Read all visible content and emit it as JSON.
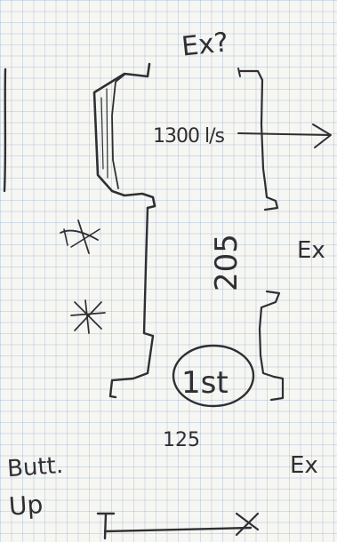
{
  "sketch": {
    "labels": {
      "top_question": "Ex?",
      "flow_rate": "1300 l/s",
      "ex_right": "Ex",
      "ex_bottom_right": "Ex",
      "height": "205",
      "floor": "1st",
      "width": "125",
      "butt_line1": "Butt.",
      "butt_line2": "Up"
    },
    "ink_color": "#2f2f33",
    "paper_color": "#f6f6f3",
    "grid_color": "#8fa8c8"
  }
}
